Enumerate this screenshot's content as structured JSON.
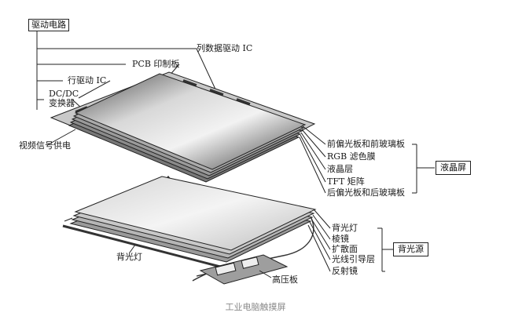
{
  "labels": {
    "drive_circuit": "驱动电路",
    "column_driver_ic": "列数据驱动 IC",
    "pcb_board": "PCB 印制板",
    "row_driver_ic": "行驱动 IC",
    "dcdc_line1": "DC/DC",
    "dcdc_line2": "变换器",
    "video_signal_power": "视频信号供电",
    "front_polarizer_glass": "前偏光板和前玻璃板",
    "rgb_filter": "RGB 滤色膜",
    "liquid_crystal_layer": "液晶层",
    "tft_matrix": "TFT 矩阵",
    "rear_polarizer_glass": "后偏光板和后玻璃板",
    "lcd_panel": "液晶屏",
    "backlight_lamp": "背光灯",
    "prism": "棱镜",
    "diffuser": "扩散面",
    "light_guide": "光线引导层",
    "reflector": "反射镜",
    "backlight_source": "背光源",
    "backlight_left": "背光灯",
    "high_voltage_board": "高压板"
  },
  "caption": "工业电脑触摸屏"
}
